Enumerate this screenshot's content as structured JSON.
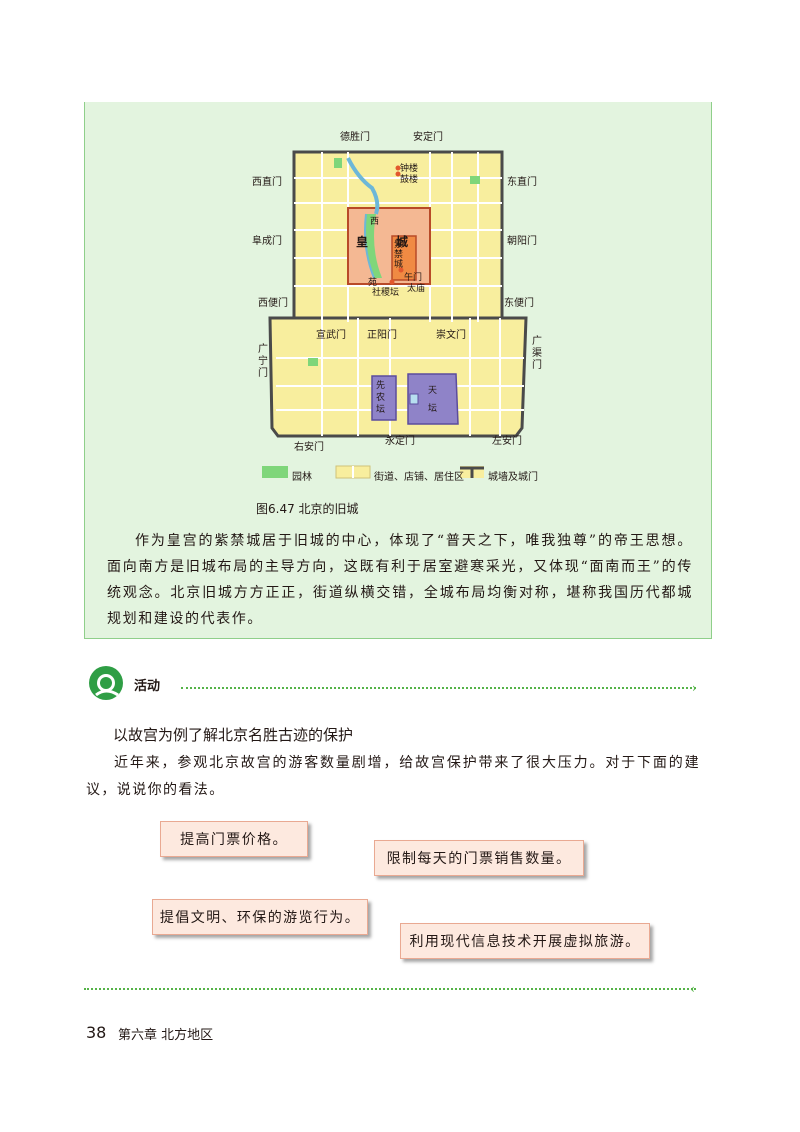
{
  "map": {
    "gates": {
      "deshengmen": "德胜门",
      "andingmen": "安定门",
      "xizhimen": "西直门",
      "dongzhimen": "东直门",
      "fuchengmen": "阜成门",
      "chaoyangmen": "朝阳门",
      "xibianmen": "西便门",
      "dongbianmen": "东便门",
      "xuanwumen": "宣武门",
      "zhengyangmen": "正阳门",
      "chongwenmen": "崇文门",
      "guangningmen": "广宁门",
      "guangqumen": "广渠门",
      "youanmen": "右安门",
      "yongdingmen": "永定门",
      "zuoanmen": "左安门"
    },
    "places": {
      "zhonglou": "钟楼",
      "gulou": "鼓楼",
      "xi": "西",
      "yuan": "苑",
      "huang": "皇",
      "cheng": "城",
      "zijincheng": "紫禁城",
      "wumen": "午门",
      "taimiao": "太庙",
      "shejitan": "社稷坛",
      "xiannongtan": "先农坛",
      "tiantan": "天坛"
    },
    "legend": {
      "garden": "园林",
      "streets": "街道、店铺、居住区",
      "walls": "城墙及城门"
    },
    "colors": {
      "garden": "#7fd67a",
      "streets": "#f8ee9e",
      "palace": "#f08a43",
      "temple": "#8f83c8",
      "water": "#b7def0"
    }
  },
  "figure_caption": "图6.47  北京的旧城",
  "green_paragraph": "作为皇宫的紫禁城居于旧城的中心，体现了“普天之下，唯我独尊”的帝王思想。面向南方是旧城布局的主导方向，这既有利于居室避寒采光，又体现“面南而王”的传统观念。北京旧城方方正正，街道纵横交错，全城布局均衡对称，堪称我国历代都城规划和建设的代表作。",
  "activity": {
    "label": "活动",
    "title": "以故宫为例了解北京名胜古迹的保护",
    "body": "近年来，参观北京故宫的游客数量剧增，给故宫保护带来了很大压力。对于下面的建议，说说你的看法。",
    "cards": [
      "提高门票价格。",
      "限制每天的门票销售数量。",
      "提倡文明、环保的游览行为。",
      "利用现代信息技术开展虚拟旅游。"
    ]
  },
  "footer": {
    "page_number": "38",
    "chapter": "第六章   北方地区"
  }
}
